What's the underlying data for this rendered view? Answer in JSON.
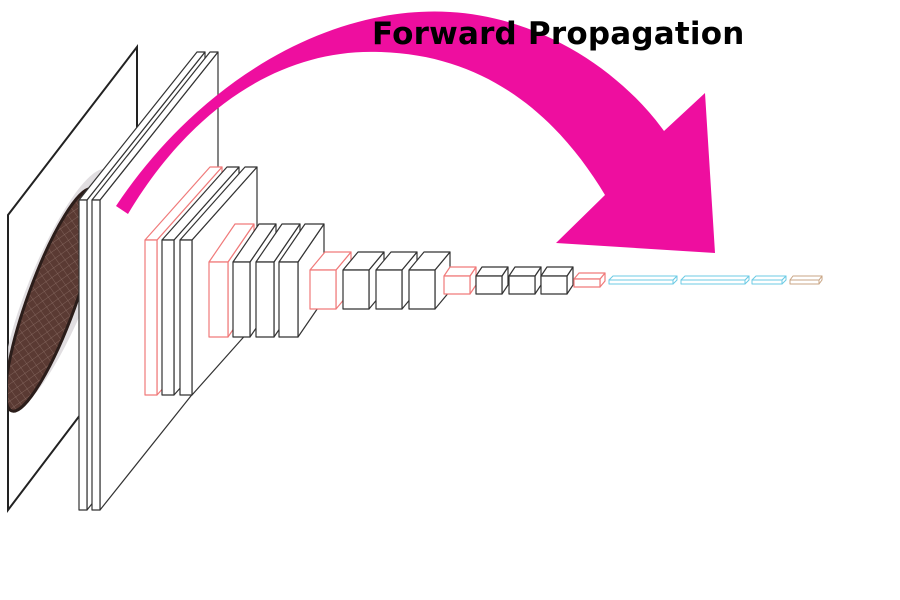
{
  "title": "Forward Propagation",
  "colors": {
    "arrow": "#ee0e9f",
    "conv_layer": "#333333",
    "pool_layer": "#f07a7a",
    "fc_layer": "#6ccbe4",
    "output_layer": "#c9a585",
    "input_frame": "#222222"
  },
  "layers": [
    {
      "kind": "conv"
    },
    {
      "kind": "conv"
    },
    {
      "kind": "pool"
    },
    {
      "kind": "conv"
    },
    {
      "kind": "conv"
    },
    {
      "kind": "pool"
    },
    {
      "kind": "conv"
    },
    {
      "kind": "conv"
    },
    {
      "kind": "conv"
    },
    {
      "kind": "pool"
    },
    {
      "kind": "conv"
    },
    {
      "kind": "conv"
    },
    {
      "kind": "conv"
    },
    {
      "kind": "pool"
    },
    {
      "kind": "conv"
    },
    {
      "kind": "conv"
    },
    {
      "kind": "conv"
    },
    {
      "kind": "pool"
    },
    {
      "kind": "fc"
    },
    {
      "kind": "fc"
    },
    {
      "kind": "fc"
    },
    {
      "kind": "output"
    }
  ]
}
